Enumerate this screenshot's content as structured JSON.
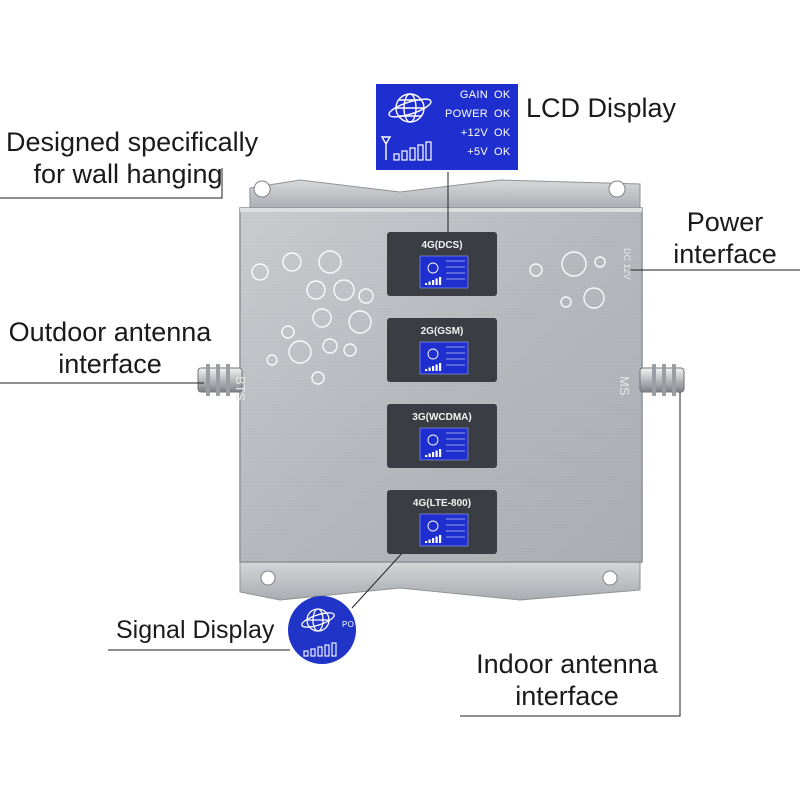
{
  "callouts": {
    "lcd_display": "LCD Display",
    "wall_hanging_line1": "Designed specifically",
    "wall_hanging_line2": "for wall hanging",
    "power_interface_line1": "Power",
    "power_interface_line2": "interface",
    "outdoor_antenna_line1": "Outdoor antenna",
    "outdoor_antenna_line2": "interface",
    "signal_display": "Signal Display",
    "indoor_antenna_line1": "Indoor antenna",
    "indoor_antenna_line2": "interface"
  },
  "lcd": {
    "rows": [
      {
        "label": "GAIN",
        "status": "OK"
      },
      {
        "label": "POWER",
        "status": "OK"
      },
      {
        "label": "+12V",
        "status": "OK"
      },
      {
        "label": "+5V",
        "status": "OK"
      }
    ]
  },
  "panels": [
    {
      "label": "4G(DCS)"
    },
    {
      "label": "2G(GSM)"
    },
    {
      "label": "3G(WCDMA)"
    },
    {
      "label": "4G(LTE-800)"
    }
  ],
  "device": {
    "bts_label": "BTS",
    "ms_label": "MS",
    "dc_label": "DC 12V"
  },
  "signal_display_partial_text": "PO",
  "colors": {
    "lcd_blue": "#1f2fcf",
    "housing": "#b9bcc0",
    "panel": "#3a3d44"
  }
}
